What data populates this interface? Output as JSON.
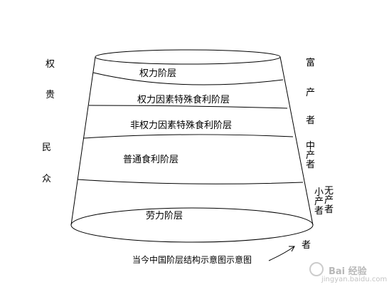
{
  "left_labels": [
    "权",
    "贵",
    "民",
    "众"
  ],
  "right_labels": {
    "top": [
      "富",
      "产",
      "者"
    ],
    "middle": [
      "中",
      "产",
      "者"
    ],
    "lower_a": [
      "小",
      "产",
      "者"
    ],
    "lower_b": [
      "无",
      "产",
      "者"
    ],
    "bottom": "者"
  },
  "tiers": [
    "权力阶层",
    "权力因素特殊食利阶层",
    "非权力因素特殊食利阶层",
    "普通食利阶层",
    "劳力阶层"
  ],
  "caption": "当今中国阶层结构示意图示意图",
  "watermark": {
    "text": "Bai 经验",
    "subtext": "jingyan.baidu.com"
  }
}
